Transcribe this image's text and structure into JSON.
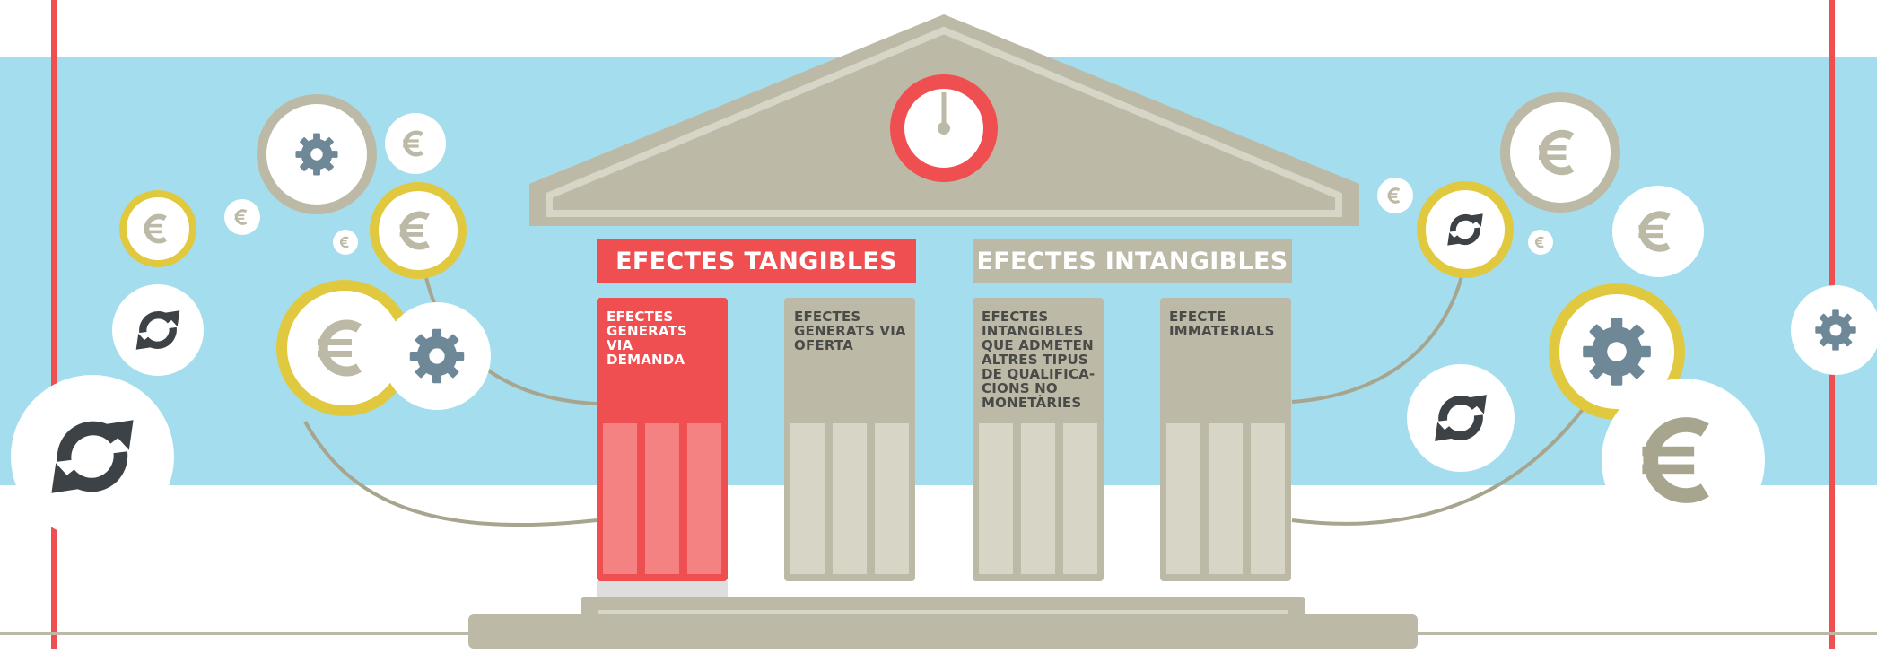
{
  "colors": {
    "sky": "#a4dded",
    "red": "#ef4f50",
    "light_red": "#f48282",
    "khaki": "#bcbaa6",
    "khaki_light": "#d6d5c6",
    "yellow": "#e1c93f",
    "slate": "#6f8898",
    "dark_icon": "#3d4246",
    "white": "#ffffff"
  },
  "temple": {
    "clock_icon": "clock-icon",
    "groups": [
      {
        "title": "EFECTES TANGIBLES",
        "color": "red"
      },
      {
        "title": "EFECTES INTANGIBLES",
        "color": "khaki"
      }
    ],
    "columns": [
      {
        "text": "EFECTES GENERATS VIA DEMANDA",
        "highlighted": true
      },
      {
        "text": "EFECTES GENERATS VIA OFERTA",
        "highlighted": false
      },
      {
        "text": "EFECTES INTANGIBLES QUE ADMETEN ALTRES TIPUS DE QUALIFICA-CIONS NO MONETÀRIES",
        "highlighted": false
      },
      {
        "text": "EFECTE IMMATERIALS",
        "highlighted": false
      }
    ]
  },
  "icons": [
    "euro-icon",
    "gear-icon",
    "refresh-icon"
  ]
}
